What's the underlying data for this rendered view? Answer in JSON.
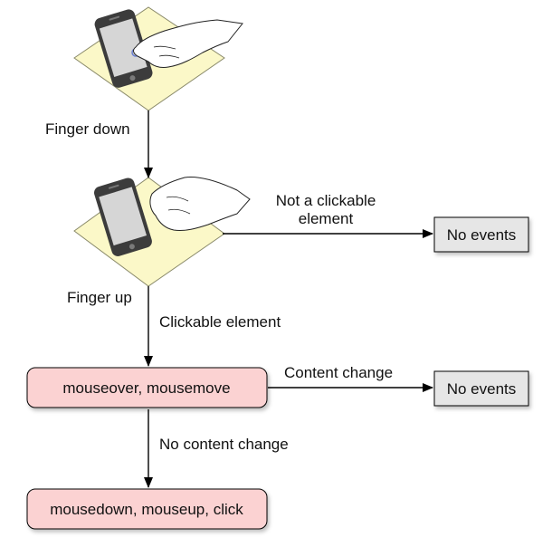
{
  "diagram": {
    "labels": {
      "finger_down": "Finger down",
      "finger_up": "Finger up",
      "not_clickable_line1": "Not a clickable",
      "not_clickable_line2": "element",
      "clickable": "Clickable element",
      "content_change": "Content change",
      "no_content_change": "No content change"
    },
    "nodes": {
      "no_events_1": "No events",
      "no_events_2": "No events",
      "mouseover": "mouseover, mousemove",
      "mousedown": "mousedown, mouseup, click"
    },
    "colors": {
      "tile_fill": "#fbf8c8",
      "event_box_fill": "#fbd2d2",
      "gray_box_fill": "#e6e6e6",
      "phone_body": "#3c3c3c",
      "phone_screen": "#d6d6d6",
      "touch_ring": "#6a7fd0"
    },
    "icons": [
      "phone-tap-illustration",
      "phone-release-illustration"
    ]
  }
}
